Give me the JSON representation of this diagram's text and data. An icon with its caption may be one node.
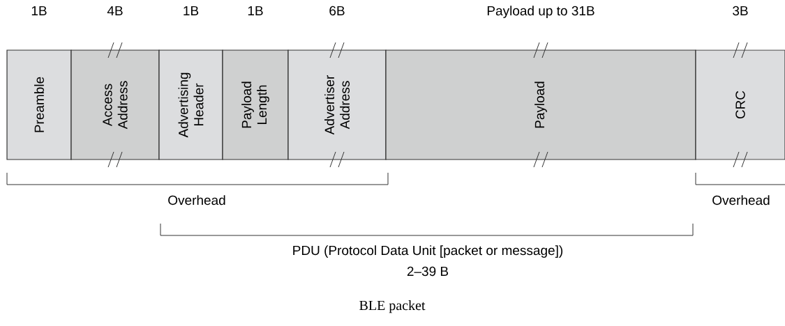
{
  "diagram": {
    "caption": "BLE packet",
    "nodes": [
      {
        "text": [
          "Preamble"
        ],
        "beside": [
          "1B"
        ]
      },
      {
        "text": [
          "Access Address"
        ],
        "beside": [
          "4B"
        ]
      },
      {
        "text": [
          "Advertising Header"
        ],
        "beside": [
          "1B"
        ]
      },
      {
        "text": [
          "Payload Length"
        ],
        "beside": [
          "1B"
        ]
      },
      {
        "text": [
          "Advertiser Address"
        ],
        "beside": [
          "6B"
        ]
      },
      {
        "text": [
          "Payload"
        ],
        "beside": [
          "Payload up to 31B"
        ]
      },
      {
        "text": [
          "CRC"
        ],
        "beside": [
          "3B"
        ]
      }
    ],
    "edges": [],
    "labels": [
      "Overhead",
      "Overhead",
      "PDU (Protocol Data Unit [packet or message])",
      "2–39 B"
    ]
  }
}
